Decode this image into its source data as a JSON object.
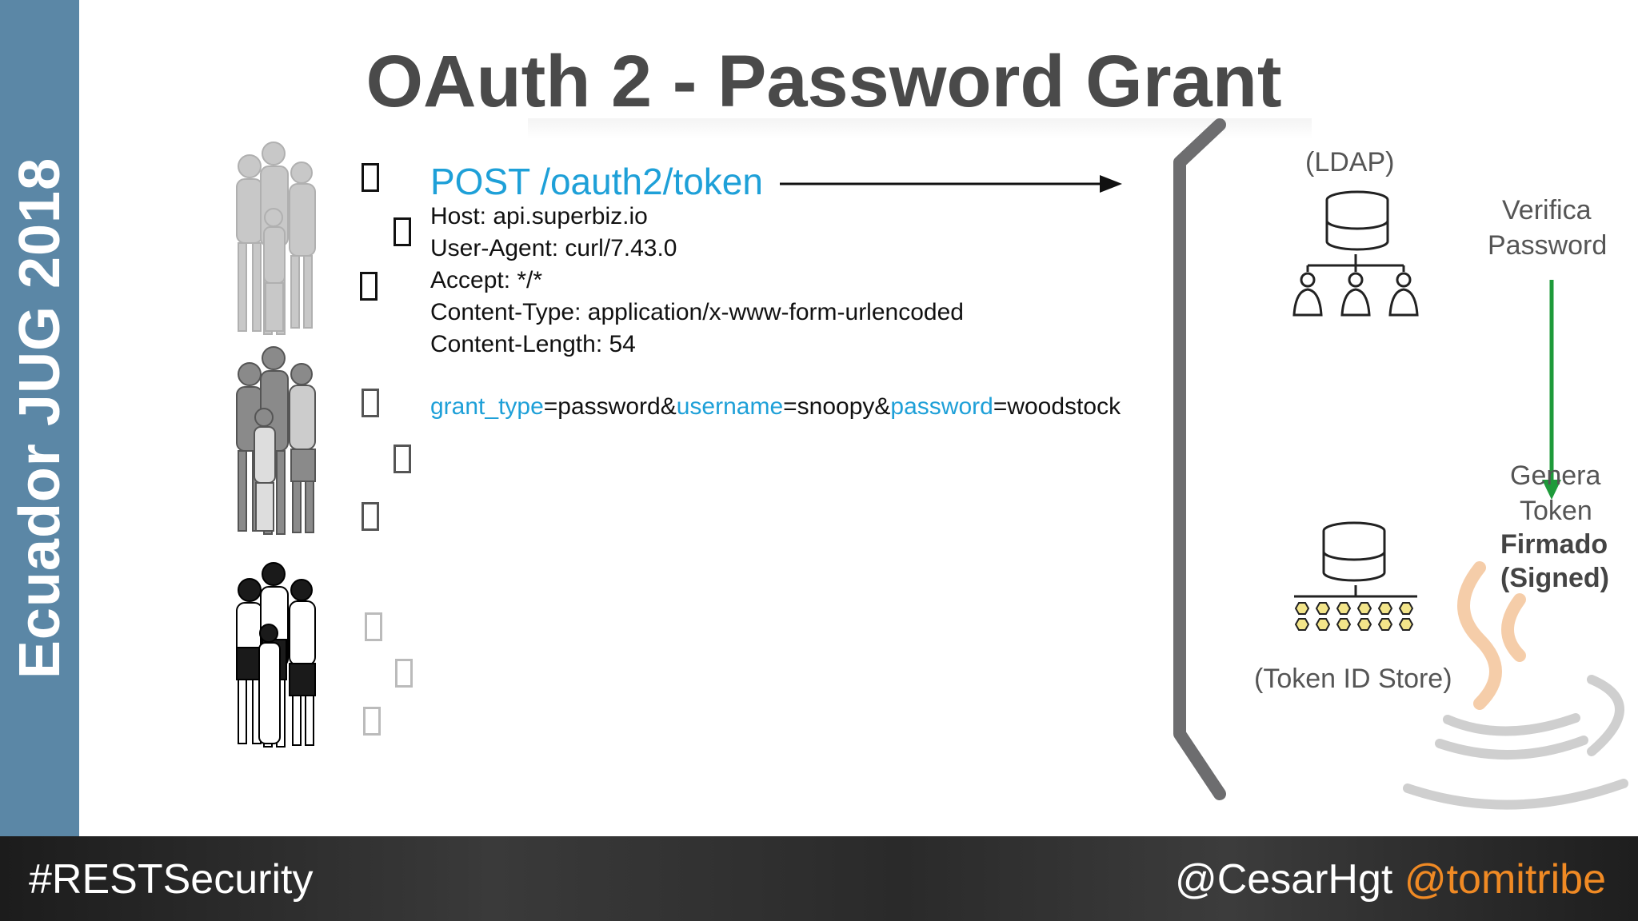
{
  "slide": {
    "title": "OAuth 2 - Password Grant",
    "sidebar_text": "Ecuador JUG 2018"
  },
  "request": {
    "post_line": "POST /oauth2/token",
    "headers": [
      "Host: api.superbiz.io",
      "User-Agent: curl/7.43.0",
      "Accept: */*",
      "Content-Type: application/x-www-form-urlencoded",
      "Content-Length: 54"
    ],
    "body": [
      {
        "text": "grant_type",
        "highlight": true
      },
      {
        "text": "=password&",
        "highlight": false
      },
      {
        "text": "username",
        "highlight": true
      },
      {
        "text": "=snoopy&",
        "highlight": false
      },
      {
        "text": "password",
        "highlight": true
      },
      {
        "text": "=woodstock",
        "highlight": false
      }
    ]
  },
  "server": {
    "ldap_label": "(LDAP)",
    "token_store_label": "(Token ID Store)",
    "verify_label_1": "Verifica",
    "verify_label_2": "Password",
    "generate_label_1": "Genera",
    "generate_label_2": "Token",
    "generate_label_3": "Firmado",
    "generate_label_4": "(Signed)"
  },
  "footer": {
    "hashtag": "#RESTSecurity",
    "handle_1": "@CesarHgt",
    "handle_2": "@tomitribe"
  },
  "colors": {
    "sidebar": "#5b87a6",
    "highlight": "#1ea0d8",
    "title": "#4a4a4a",
    "arrow_green": "#1e9a3a",
    "handle_accent": "#f08a24",
    "honeycomb": "#f3e58a"
  },
  "icons": [
    "family-light-icon",
    "family-mid-icon",
    "family-dark-icon",
    "arrow-right-icon",
    "bracket-icon",
    "database-icon",
    "users-icon",
    "honeycomb-icon",
    "arrow-down-icon",
    "java-logo-icon"
  ]
}
